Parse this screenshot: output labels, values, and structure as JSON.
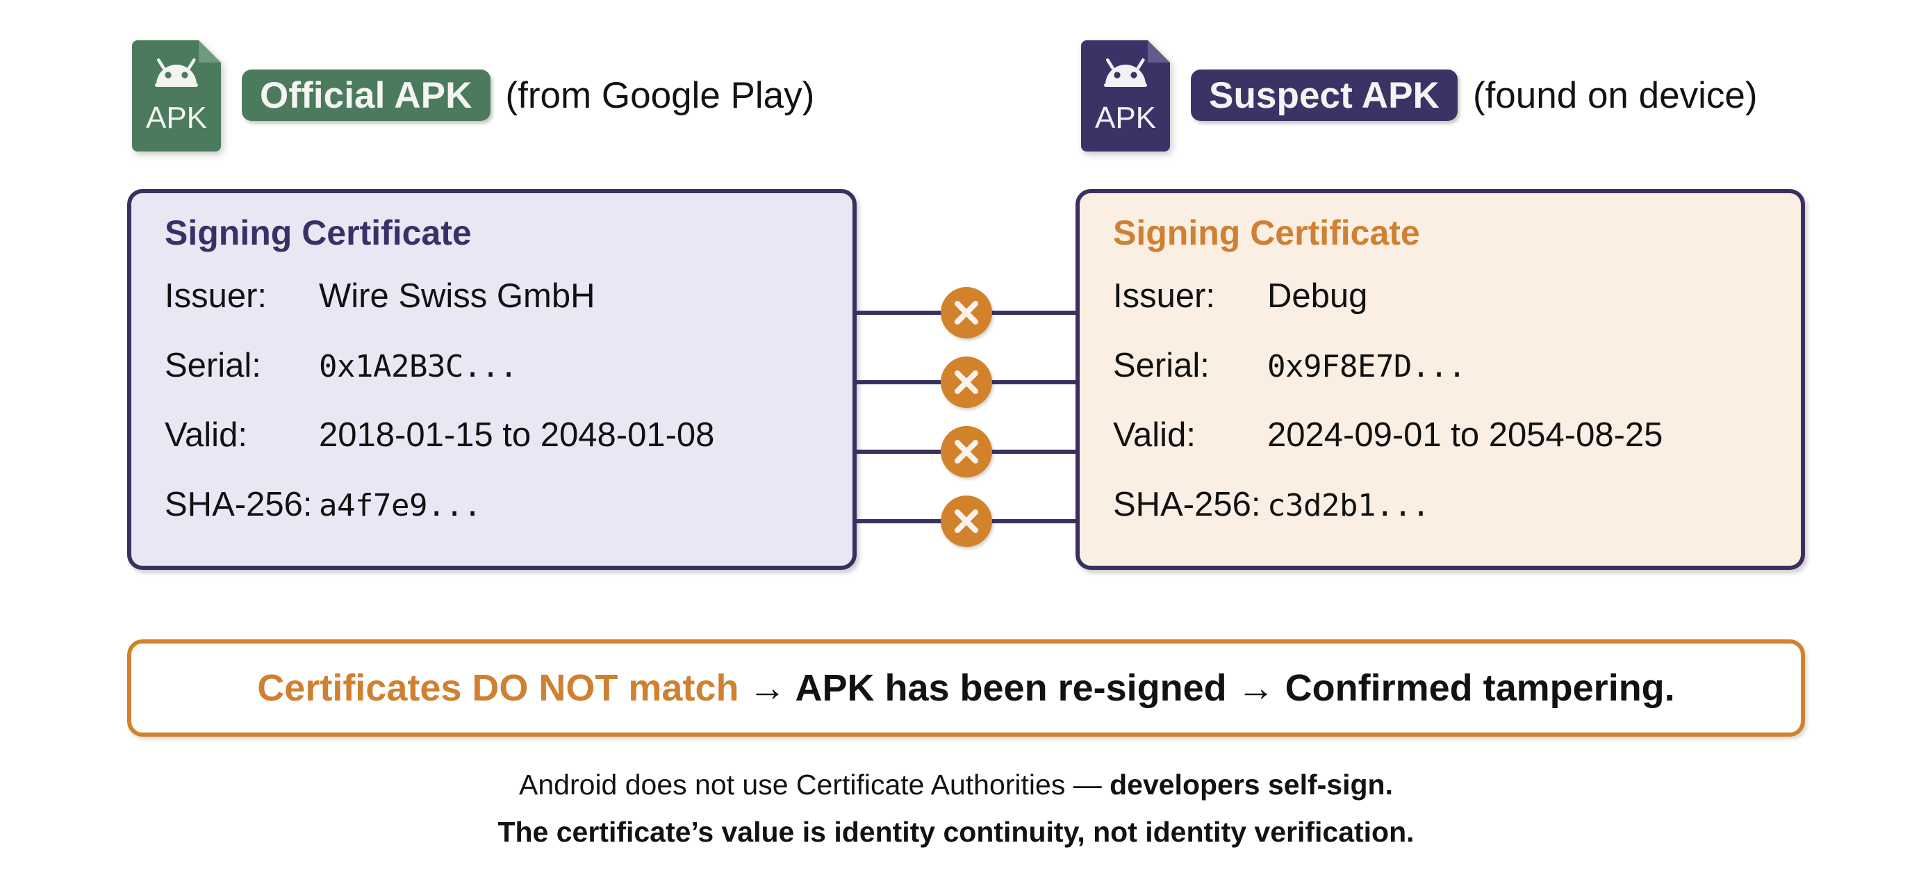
{
  "headers": [
    {
      "icon_name": "apk-file-icon-official",
      "icon_label": "APK",
      "icon_color": "#4b7a5d",
      "badge": "Official APK",
      "badge_color": "#4b7a5d",
      "note": "(from Google Play)"
    },
    {
      "icon_name": "apk-file-icon-suspect",
      "icon_label": "APK",
      "icon_color": "#3a3466",
      "badge": "Suspect APK",
      "badge_color": "#3a3466",
      "note": "(found on device)"
    }
  ],
  "panels": {
    "official": {
      "title": "Signing Certificate",
      "title_color": "#3a3066",
      "background": "#e9e7f4",
      "border_color": "#3a3060",
      "rows": [
        {
          "label": "Issuer:",
          "value": "Wire Swiss GmbH",
          "mono": false
        },
        {
          "label": "Serial:",
          "value": "0x1A2B3C...",
          "mono": true
        },
        {
          "label": "Valid:",
          "value": "2018-01-15 to 2048-01-08",
          "mono": false
        },
        {
          "label": "SHA-256:",
          "value": "a4f7e9...",
          "mono": true
        }
      ]
    },
    "suspect": {
      "title": "Signing Certificate",
      "title_color": "#cf8030",
      "background": "#fbeee3",
      "border_color": "#3a3060",
      "rows": [
        {
          "label": "Issuer:",
          "value": "Debug",
          "mono": false
        },
        {
          "label": "Serial:",
          "value": "0x9F8E7D...",
          "mono": true
        },
        {
          "label": "Valid:",
          "value": "2024-09-01 to 2054-08-25",
          "mono": false
        },
        {
          "label": "SHA-256:",
          "value": "c3d2b1...",
          "mono": true
        }
      ]
    }
  },
  "connectors": {
    "icon_name": "mismatch-x-icon",
    "count": 4,
    "circle_color": "#d2822a",
    "line_color": "#3a3060",
    "glyph": "x"
  },
  "verdict": {
    "highlight": "Certificates DO NOT match",
    "highlight_color": "#cf8030",
    "rest": "→ APK has been re-signed → Confirmed tampering.",
    "border_color": "#d2822a"
  },
  "footnotes": [
    {
      "regular": "Android does not use Certificate Authorities — ",
      "bold": "developers self-sign."
    },
    {
      "regular": "",
      "bold": "The certificate’s value is identity continuity, not identity verification."
    }
  ]
}
